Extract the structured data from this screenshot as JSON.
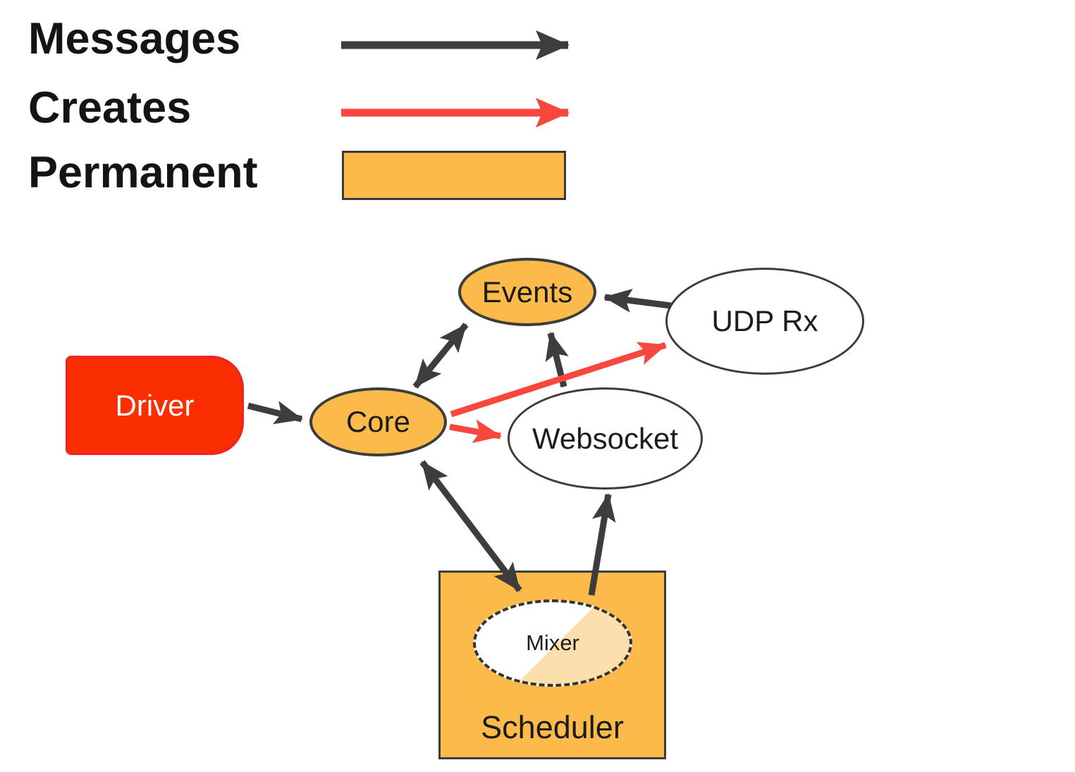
{
  "legend": {
    "messages": {
      "label": "Messages",
      "arrow_color": "#3d3d3d"
    },
    "creates": {
      "label": "Creates",
      "arrow_color": "#f8473d"
    },
    "permanent": {
      "label": "Permanent",
      "swatch_color": "#fbba49"
    }
  },
  "nodes": {
    "events": {
      "label": "Events",
      "shape": "ellipse",
      "fill": "#fbba49"
    },
    "udp_rx": {
      "label": "UDP Rx",
      "shape": "ellipse",
      "fill": "#ffffff"
    },
    "driver": {
      "label": "Driver",
      "shape": "rounded-rect",
      "fill": "#fb2e01"
    },
    "core": {
      "label": "Core",
      "shape": "ellipse",
      "fill": "#fbba49"
    },
    "websocket": {
      "label": "Websocket",
      "shape": "ellipse",
      "fill": "#ffffff"
    },
    "scheduler": {
      "label": "Scheduler",
      "shape": "rect",
      "fill": "#fbba49"
    },
    "mixer": {
      "label": "Mixer",
      "shape": "dashed-ellipse",
      "fill_upper_left": "#ffffff",
      "fill_lower_right": "#fbe0ad"
    }
  },
  "edges": [
    {
      "from": "Driver",
      "to": "Core",
      "type": "messages",
      "bidirectional": false
    },
    {
      "from": "Core",
      "to": "Events",
      "type": "messages",
      "bidirectional": true
    },
    {
      "from": "UDP Rx",
      "to": "Events",
      "type": "messages",
      "bidirectional": false
    },
    {
      "from": "Websocket",
      "to": "Events",
      "type": "messages",
      "bidirectional": false
    },
    {
      "from": "Core",
      "to": "UDP Rx",
      "type": "creates",
      "bidirectional": false
    },
    {
      "from": "Core",
      "to": "Websocket",
      "type": "creates",
      "bidirectional": false
    },
    {
      "from": "Core",
      "to": "Scheduler",
      "type": "messages",
      "bidirectional": true
    },
    {
      "from": "Scheduler",
      "to": "Websocket",
      "type": "messages",
      "bidirectional": false
    }
  ],
  "colors": {
    "messages_arrow": "#3d3d3d",
    "creates_arrow": "#f8473d",
    "permanent_fill": "#fbba49",
    "node_border": "#3d3d3d",
    "driver_fill": "#fb2e01",
    "mixer_light_fill": "#fbe0ad",
    "background": "#ffffff"
  }
}
